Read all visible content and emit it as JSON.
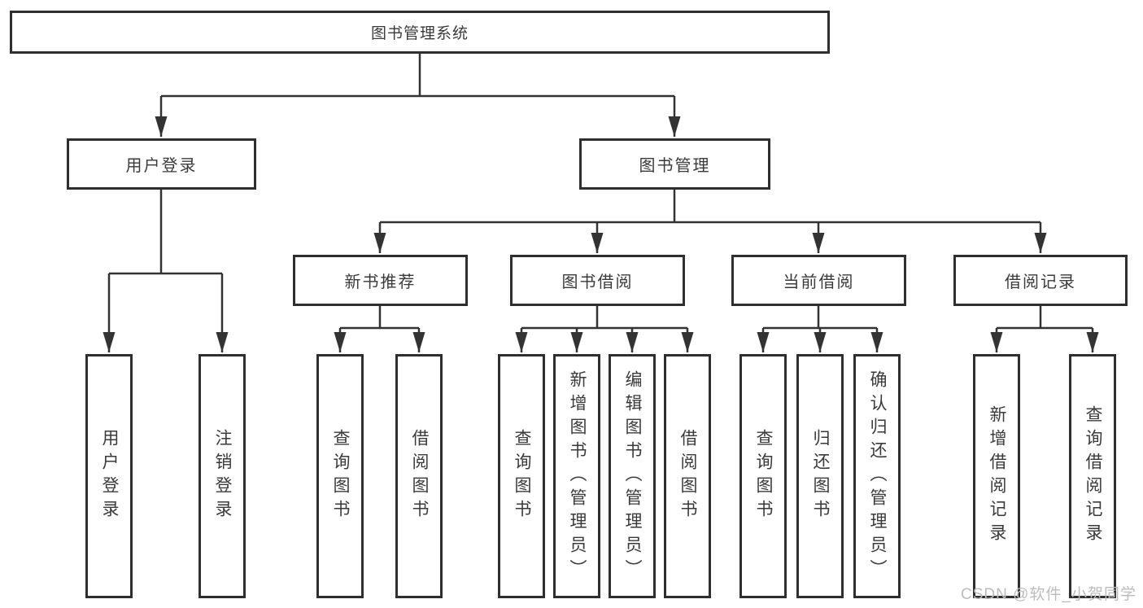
{
  "diagram": {
    "root": "图书管理系统",
    "branches": [
      {
        "label": "用户登录",
        "children": [
          {
            "label": "用户登录"
          },
          {
            "label": "注销登录"
          }
        ]
      },
      {
        "label": "图书管理",
        "modules": [
          {
            "label": "新书推荐",
            "children": [
              {
                "label": "查询图书"
              },
              {
                "label": "借阅图书"
              }
            ]
          },
          {
            "label": "图书借阅",
            "children": [
              {
                "label": "查询图书"
              },
              {
                "label": "新增图书（管理员）"
              },
              {
                "label": "编辑图书（管理员）"
              },
              {
                "label": "借阅图书"
              }
            ]
          },
          {
            "label": "当前借阅",
            "children": [
              {
                "label": "查询图书"
              },
              {
                "label": "归还图书"
              },
              {
                "label": "确认归还（管理员）"
              }
            ]
          },
          {
            "label": "借阅记录",
            "children": [
              {
                "label": "新增借阅记录"
              },
              {
                "label": "查询借阅记录"
              }
            ]
          }
        ]
      }
    ]
  },
  "watermark": {
    "text": "CSDN @软件_小贺同学"
  },
  "colors": {
    "line": "#333333",
    "border": "#2f2f2f",
    "text": "#3a3a3a",
    "background": "#ffffff",
    "watermark": "#bcbcbc"
  }
}
